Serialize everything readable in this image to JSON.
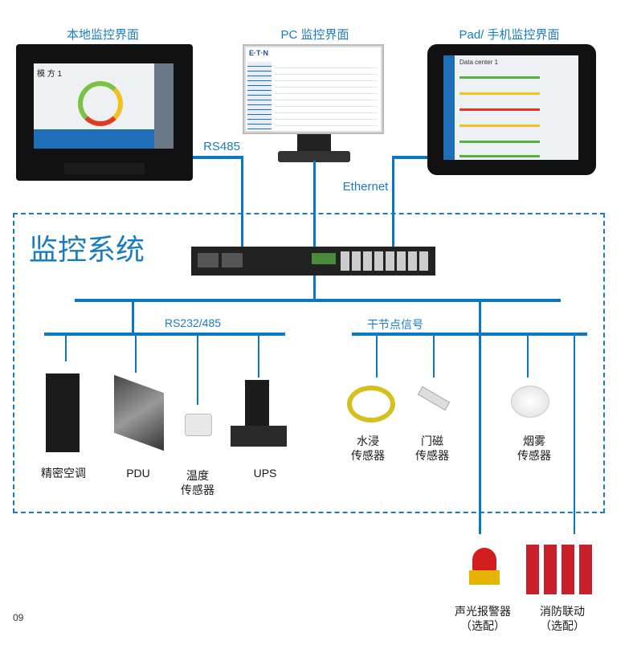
{
  "titles": {
    "local": "本地监控界面",
    "pc": "PC 监控界面",
    "pad": "Pad/ 手机监控界面"
  },
  "links": {
    "rs485": "RS485",
    "ethernet": "Ethernet",
    "rs232": "RS232/485",
    "dry": "干节点信号"
  },
  "system_title": "监控系统",
  "local_screen": {
    "title": "模 方 1"
  },
  "pad_screen": {
    "title": "Data center 1"
  },
  "pc_screen": {
    "logo": "E·T·N"
  },
  "devices": {
    "ac": "精密空调",
    "pdu": "PDU",
    "temp": [
      "温度",
      "传感器"
    ],
    "ups": "UPS",
    "water": [
      "水浸",
      "传感器"
    ],
    "door": [
      "门磁",
      "传感器"
    ],
    "smoke": [
      "烟雾",
      "传感器"
    ],
    "alarm": [
      "声光报警器",
      "（选配）"
    ],
    "fire": [
      "消防联动",
      "（选配）"
    ]
  },
  "page_number": "09",
  "colors": {
    "accent": "#0b77c2"
  }
}
